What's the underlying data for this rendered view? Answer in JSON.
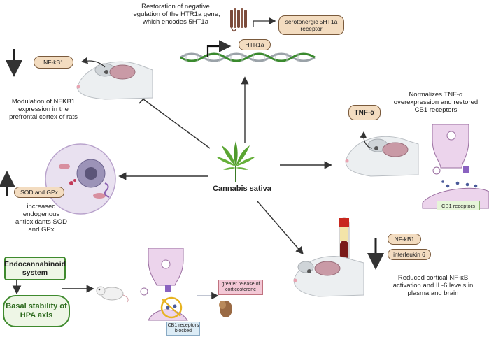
{
  "center": {
    "label": "Cannabis sativa"
  },
  "top": {
    "caption": "Restoration of negative regulation of the HTR1a gene, which encodes 5HT1a",
    "gene_label": "HTR1a",
    "receptor_label": "serotonergic 5HT1a receptor"
  },
  "top_left": {
    "pill": "NF-kB1",
    "caption": "Modulation of NFKB1 expression in the prefrontal cortex of rats"
  },
  "mid_left": {
    "pill": "SOD and GPx",
    "caption": "increased endogenous antioxidants SOD and GPx"
  },
  "bottom_left": {
    "box1": "Endocannabinoid system",
    "box2": "Basal stability of HPA axis",
    "release_label": "greater release of corticosterone",
    "blocked_label": "CB1 receptors blocked"
  },
  "right": {
    "caption": "Normalizes TNF-α overexpression and restored CB1 receptors",
    "pill": "TNF-α",
    "receptor_label": "CB1 receptors"
  },
  "bottom_right": {
    "pill1": "NF-kB1",
    "pill2": "interleukin 6",
    "caption": "Reduced cortical NF-κB activation and IL-6 levels in plasma and brain"
  },
  "colors": {
    "pill_fill": "#f3dcc0",
    "pill_border": "#7a5a3c",
    "box_green_fill": "#eef6e6",
    "box_green_border": "#3f8a2e",
    "release_fill": "#f3c8d6",
    "blocked_fill": "#dcecf6",
    "cb1_fill": "#e6f5d8",
    "synapse_fill": "#ecd4ec",
    "dna_green": "#3a8a2e"
  }
}
